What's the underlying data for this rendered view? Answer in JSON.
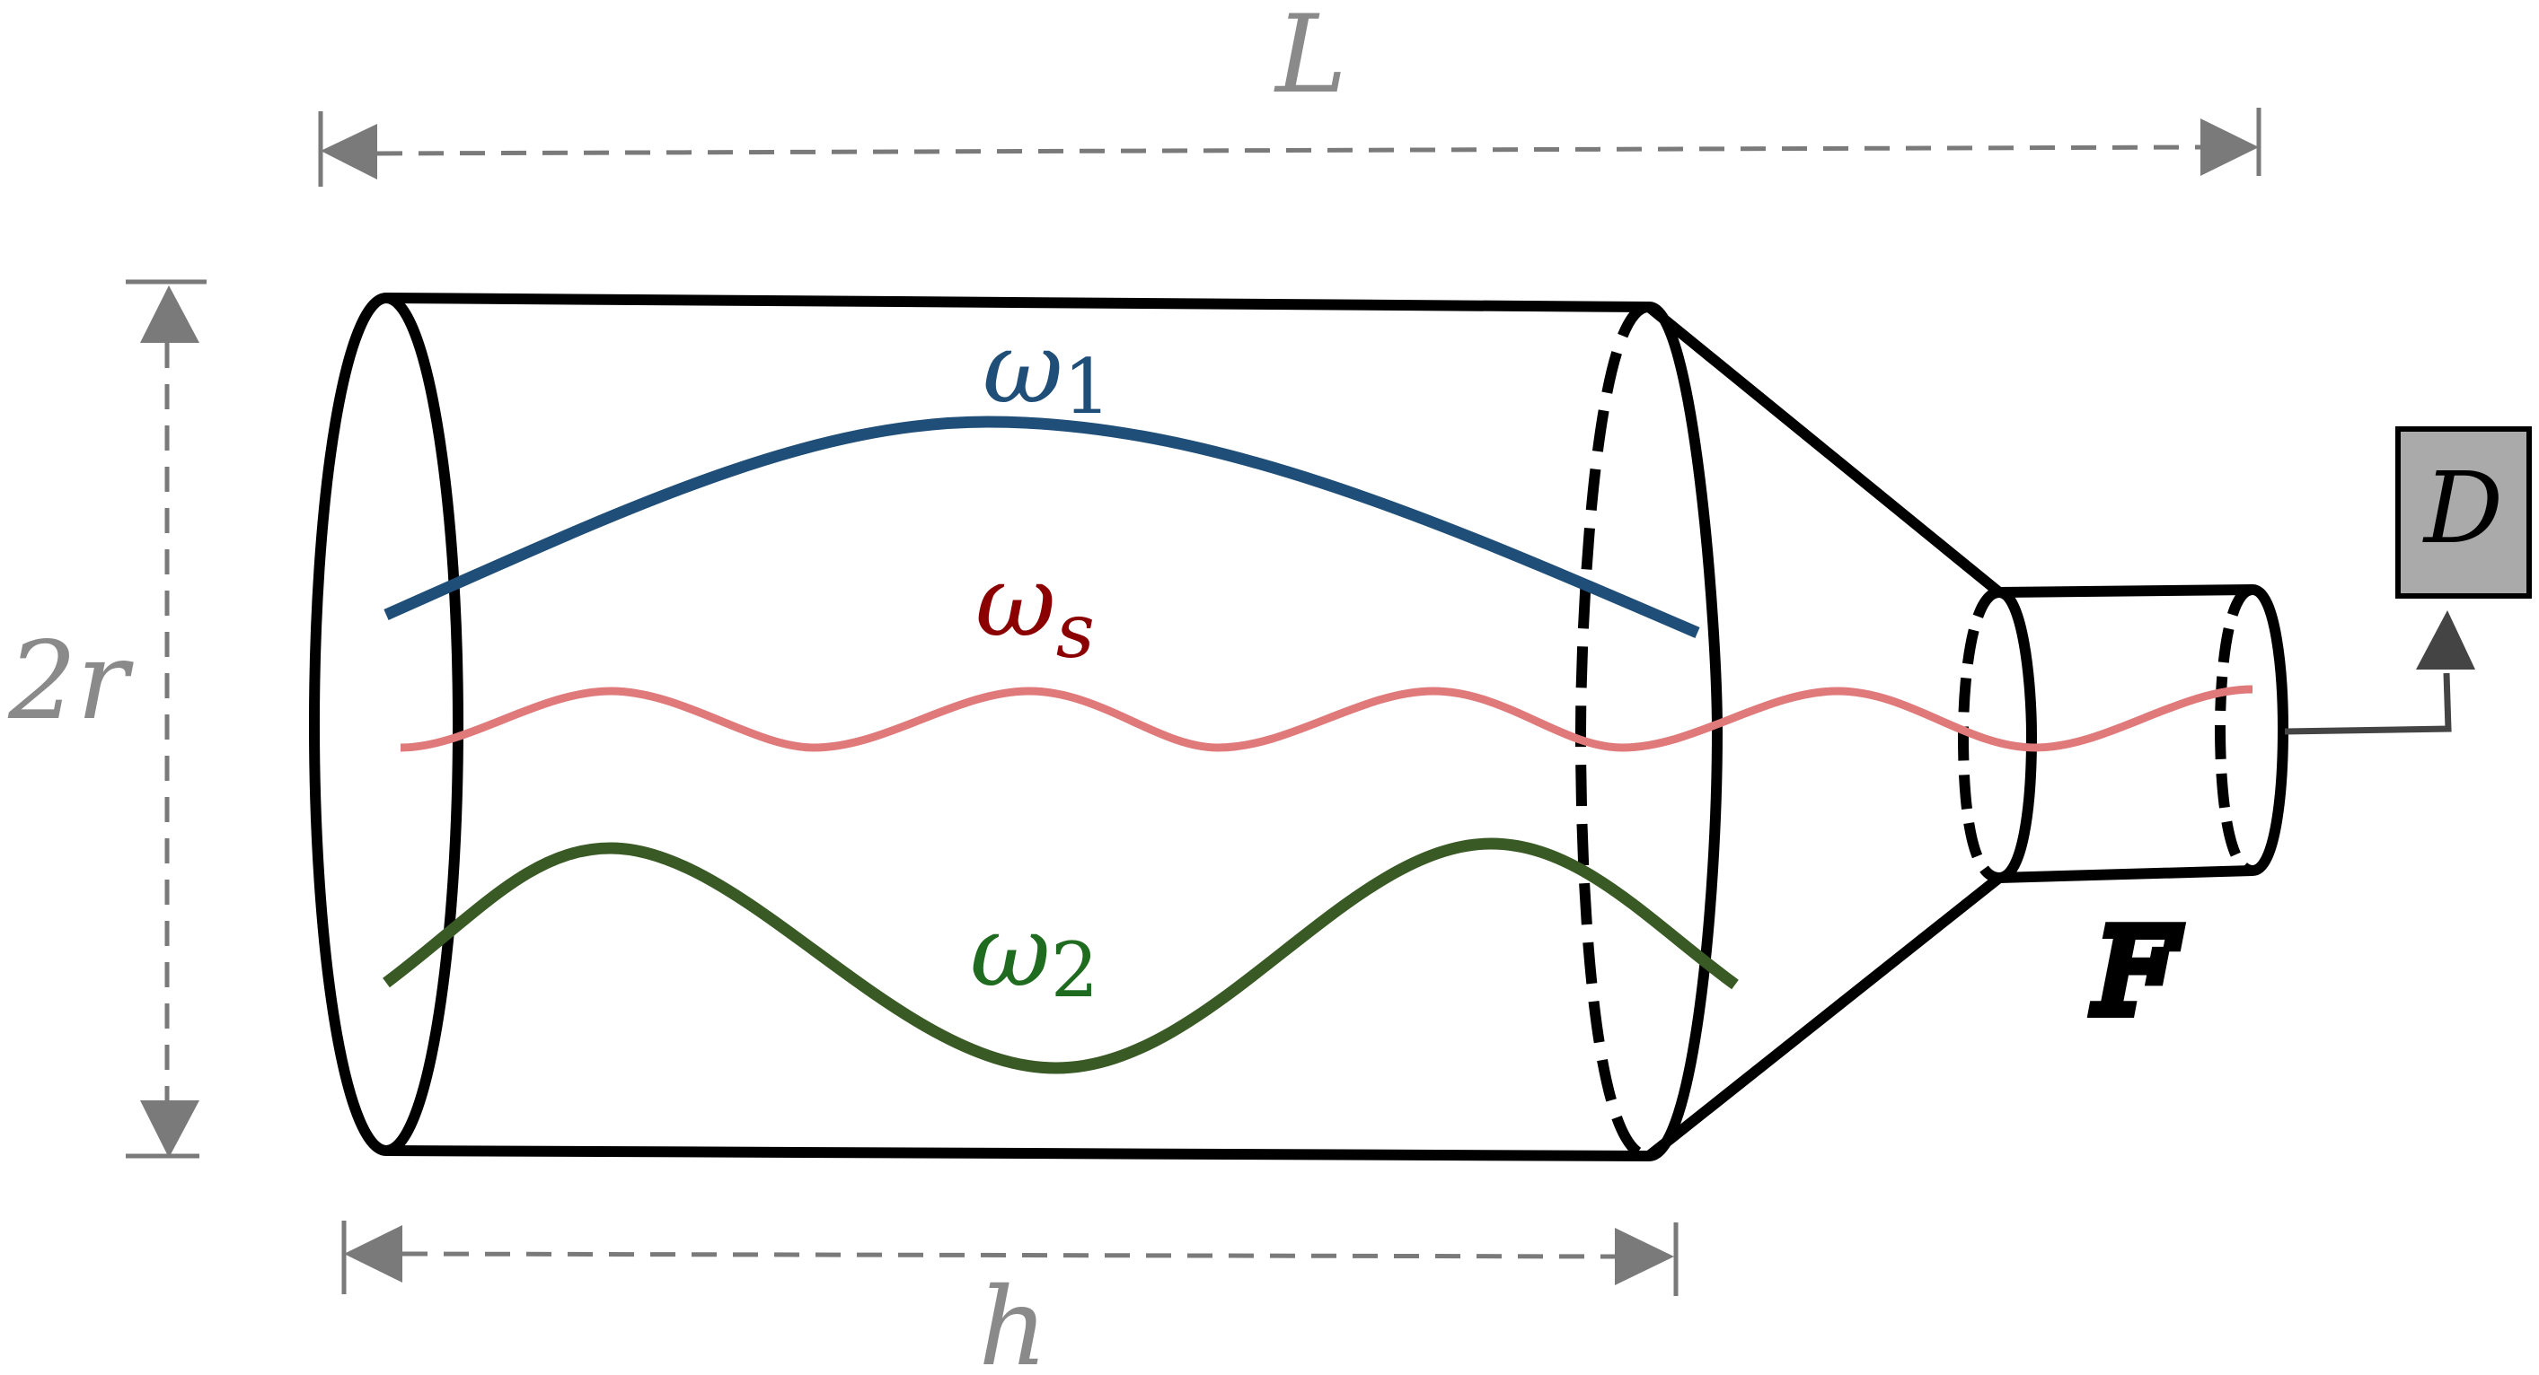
{
  "labels": {
    "length": "L",
    "radius": "2r",
    "cavity_length": "h",
    "filter": "F",
    "detector": "D",
    "mode1_symbol": "ω",
    "mode1_subscript": "1",
    "signal_symbol": "ω",
    "signal_subscript": "s",
    "mode2_symbol": "ω",
    "mode2_subscript": "2"
  },
  "colors": {
    "mode1": "#1f4e79",
    "signal_label": "#8b0000",
    "signal_wave": "#e07a7a",
    "mode2": "#3a5a25",
    "mode2_label": "#1f6b1f",
    "dimension": "#7a7a7a",
    "outline": "#000000",
    "detector_fill": "#aaaaaa"
  }
}
